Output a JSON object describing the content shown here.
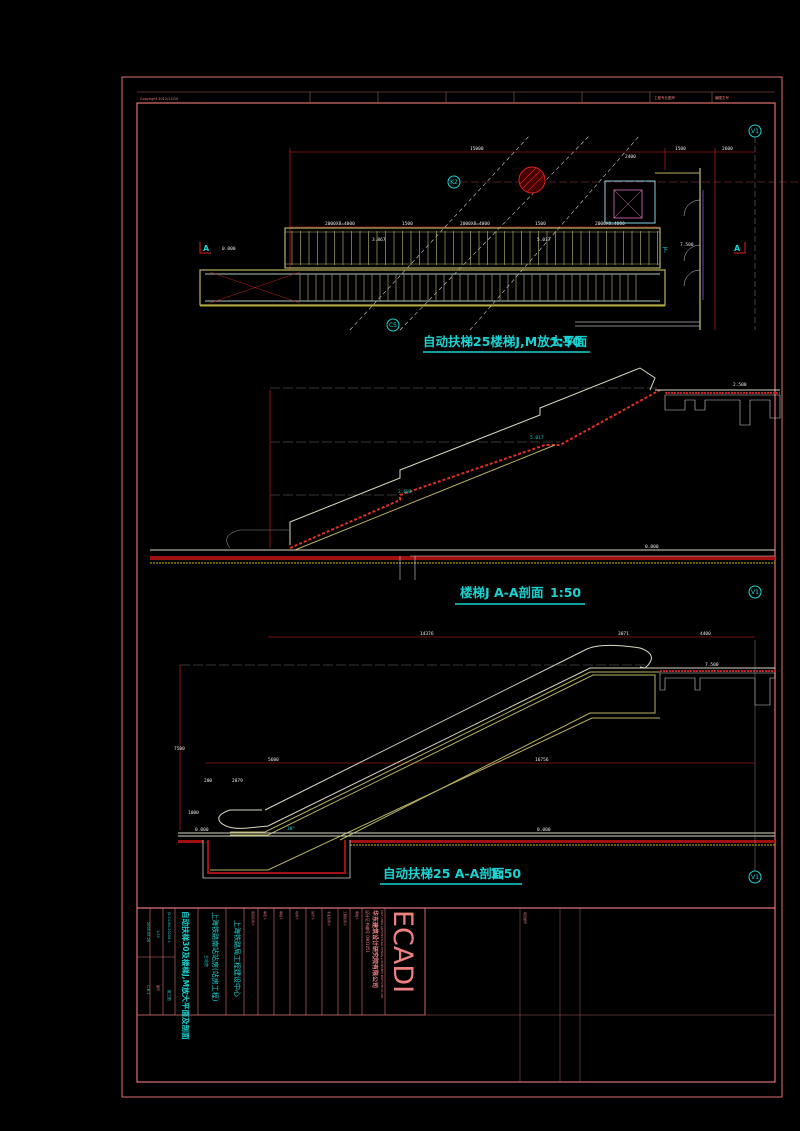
{
  "header": {
    "copyright": "Copyright 2012/12/10",
    "cell_1": "工程专业图号",
    "cell_2": "编图文号"
  },
  "plan_view": {
    "title": "自动扶梯25楼梯J,M放大平面",
    "scale": "1:50",
    "dims": [
      "15000",
      "2400",
      "1500",
      "2600",
      "2000X8=4000",
      "1500",
      "2000X8=4000",
      "1500",
      "2000X8=4000"
    ],
    "levels": [
      "0.000",
      "3.867",
      "5.017",
      "7.500"
    ],
    "axis_labels": [
      "V1",
      "K2",
      "C5"
    ],
    "section_marker": "A",
    "direction_mark": "下"
  },
  "section_j": {
    "title": "楼梯J A-A剖面",
    "scale": "1:50",
    "levels": [
      "2.500",
      "5.017",
      "2.683",
      "0.000"
    ],
    "axis_label": "V1"
  },
  "section_25": {
    "title": "自动扶梯25 A-A剖面",
    "scale": "1:50",
    "dims": [
      "14376",
      "3071",
      "4400",
      "5600",
      "16756",
      "2879",
      "200",
      "1000",
      "7500"
    ],
    "levels": [
      "7.500",
      "0.000",
      "0.000"
    ],
    "angle": "30°",
    "axis_label": "V1"
  },
  "title_block": {
    "logo": "ECADI",
    "company": "华东建筑设计研究院有限公司",
    "company_en": "EAST CHINA ARCHITECTURAL DESIGN & RESEARCH INSTITUTE CO.,LTD.",
    "cert": "设计证书编号 0901051",
    "client": "上海铁路局工程建设中心",
    "project": "上海铁路南站站房(站房工程)",
    "sub_project": "主站房",
    "drawing_title": "自动扶梯30及楼梯J,M放大平面及剖面",
    "drawing_no": "JS-C4-B4-20208-1",
    "scale": "1:50",
    "date": "2005.05.26",
    "version": "C-B-1",
    "phase": "施工图",
    "roles": [
      "项目负责人",
      "审定人",
      "审核人",
      "校对人",
      "设计人",
      "专业负责人",
      "工程负责人",
      "审批人"
    ],
    "side_label": "项目编号",
    "sheet_label": "图号"
  }
}
